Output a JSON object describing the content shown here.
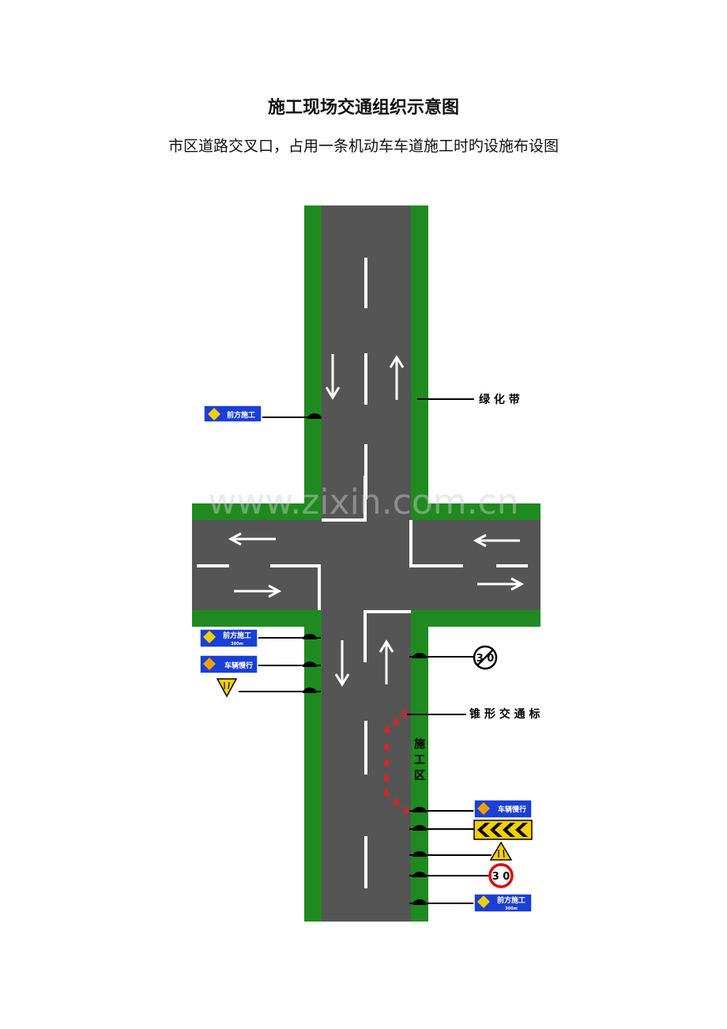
{
  "document": {
    "title": "施工现场交通组织示意图",
    "subtitle": "市区道路交叉口，占用一条机动车车道施工时旳设施布设图"
  },
  "labels": {
    "green_belt": "绿 化 带",
    "cone": "锥 形 交 通 标",
    "work_zone_1": "施",
    "work_zone_2": "工",
    "work_zone_3": "区"
  },
  "signs": {
    "ahead_construction": "前方施工",
    "ahead_distance": "300m",
    "slow_down": "车辆慢行",
    "speed_limit": "3 0",
    "speed_release": "3 0"
  },
  "watermark": "www.zixin.com.cn",
  "colors": {
    "road": "#555555",
    "green": "#1f8a1f",
    "sign_blue": "#1a3fd6",
    "sign_yellow": "#f4d000",
    "cone_red": "#e02020",
    "speed_red": "#e00000"
  }
}
